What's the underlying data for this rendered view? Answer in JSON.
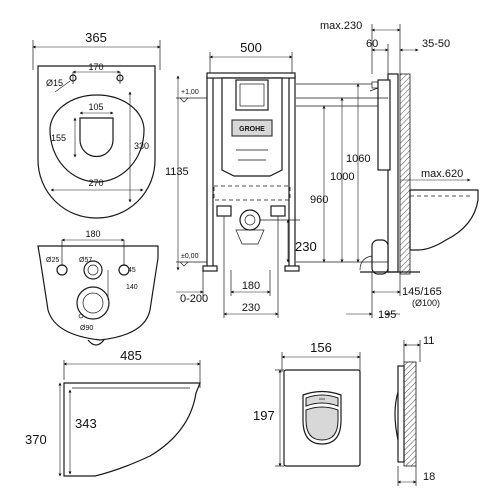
{
  "top_view": {
    "width": "365",
    "hole_spacing": "170",
    "hole_diameter": "Ø15",
    "seat_opening_width": "105",
    "seat_opening_length": "155",
    "bowl_length": "330",
    "bowl_inner_width": "270"
  },
  "rear_view": {
    "inlet_spacing": "180",
    "inlet_left": "Ø25",
    "inlet_center": "Ø57",
    "inlet_right": "45",
    "outlet_offset": "140",
    "outlet_diameter": "Ø90"
  },
  "side_view": {
    "length": "485",
    "height_total": "370",
    "height_inner": "343"
  },
  "frame_front": {
    "width": "500",
    "height_total": "1135",
    "level_top": "+1,00",
    "level_floor": "±0,00",
    "brand": "GROHE",
    "foot_adjust": "0-200",
    "outlet_spacing": "180",
    "foot_spacing": "230",
    "outlet_height": "230"
  },
  "frame_side": {
    "max_depth": "max.230",
    "depth_60": "60",
    "wall_35_50": "35-50",
    "height_1060": "1060",
    "height_1000": "1000",
    "height_960": "960",
    "max_620": "max.620",
    "depth_195": "195",
    "outlet_145_165": "145/165",
    "outlet_diam": "(Ø100)"
  },
  "plate_front": {
    "width": "156",
    "height": "197"
  },
  "plate_side": {
    "thickness": "11",
    "depth": "18"
  }
}
